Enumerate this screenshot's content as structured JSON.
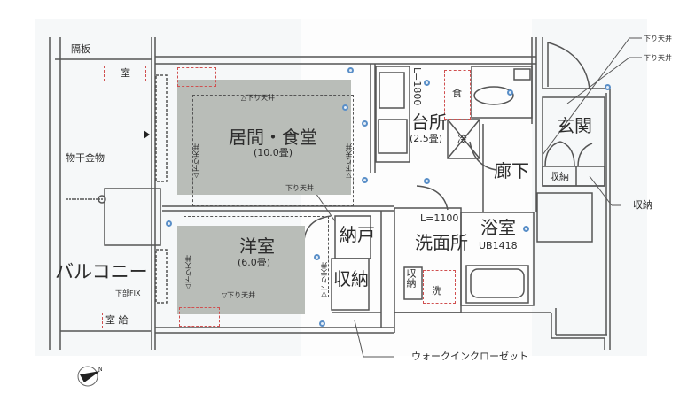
{
  "floorplan": {
    "rooms": {
      "living_dining": {
        "name": "居間・食堂",
        "size": "(10.0畳)"
      },
      "western_room": {
        "name": "洋室",
        "size": "(6.0畳)"
      },
      "kitchen": {
        "name": "台所",
        "size": "(2.5畳)",
        "counter_length": "L=1800"
      },
      "entrance": {
        "name": "玄関"
      },
      "hallway": {
        "name": "廊下"
      },
      "bathroom": {
        "name": "浴室",
        "unit": "UB1418"
      },
      "washroom": {
        "name": "洗面所",
        "counter_length": "L=1100"
      },
      "storeroom": {
        "name": "納戸"
      },
      "storage_main": {
        "name": "収納"
      },
      "storage_hall": {
        "name": "収納"
      },
      "storage_wash": {
        "name": "収納"
      },
      "balcony": {
        "name": "バルコニー"
      }
    },
    "symbols": {
      "fridge": "冷",
      "food": "食",
      "washer": "洗",
      "outdoor_unit_top": "室",
      "outdoor_unit_bottom": "室 給"
    },
    "annotations": {
      "partition": "隔板",
      "laundry_hardware": "物干金物",
      "lower_fix": "下部FIX",
      "lowered_ceiling": "下り天井",
      "lowered_ceiling_up": "△下り天井",
      "lowered_ceiling_down": "▽下り天井",
      "callout_ceiling_1": "下り天井",
      "callout_ceiling_2": "下り天井",
      "callout_storage": "収納",
      "callout_walkin": "ウォークインクローゼット",
      "ceiling_label_living": "下り天井"
    },
    "compass": {
      "label": "north-arrow"
    }
  }
}
